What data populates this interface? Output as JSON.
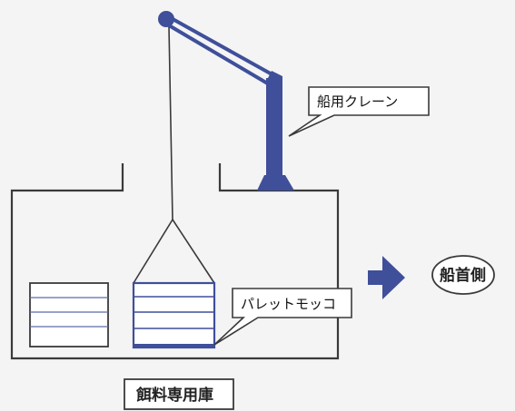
{
  "labels": {
    "crane": "船用クレーン",
    "pallet": "パレットモッコ",
    "bow": "船首側",
    "storeroom": "餌料専用庫"
  },
  "colors": {
    "background": "#f4f4f4",
    "line": "#3a3a3a",
    "crane_blue": "#3f4f9a",
    "arrow_blue": "#3f4f9a",
    "pallet_blue": "#3f4f9a"
  }
}
